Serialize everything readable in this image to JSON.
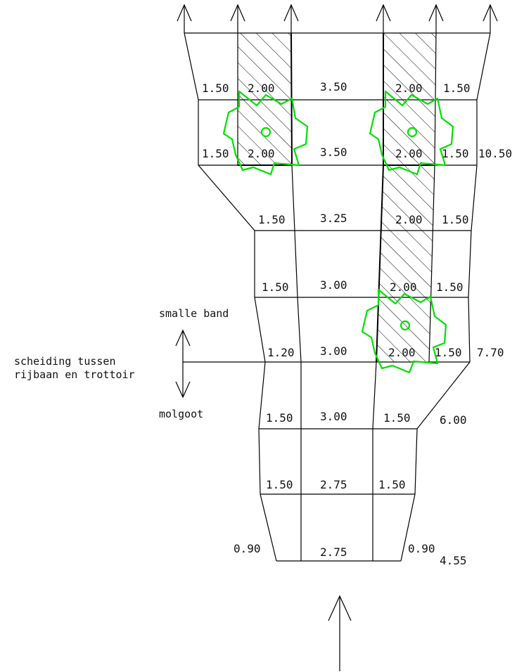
{
  "cross_section_widths": {
    "row1": {
      "left_sidewalk": "1.50",
      "left_parking": "2.00",
      "carriageway": "3.50",
      "right_parking": "2.00",
      "right_sidewalk": "1.50"
    },
    "row2": {
      "left_sidewalk": "1.50",
      "left_parking": "2.00",
      "carriageway": "3.50",
      "right_parking": "2.00",
      "right_sidewalk": "1.50",
      "total": "10.50"
    },
    "row3": {
      "left_sidewalk": "1.50",
      "carriageway": "3.25",
      "right_parking": "2.00",
      "right_sidewalk": "1.50"
    },
    "row4": {
      "left_sidewalk": "1.50",
      "carriageway": "3.00",
      "right_parking": "2.00",
      "right_sidewalk": "1.50"
    },
    "row5": {
      "left_sidewalk": "1.20",
      "carriageway": "3.00",
      "right_parking": "2.00",
      "right_sidewalk": "1.50",
      "total": "7.70"
    },
    "row6": {
      "left_sidewalk": "1.50",
      "carriageway": "3.00",
      "right_sidewalk": "1.50",
      "total": "6.00"
    },
    "row7": {
      "left_sidewalk": "1.50",
      "carriageway": "2.75",
      "right_sidewalk": "1.50"
    },
    "row8": {
      "left_sidewalk": "0.90",
      "carriageway": "2.75",
      "right_sidewalk": "0.90",
      "total": "4.55"
    }
  },
  "annotations": {
    "narrow_band": "smalle band",
    "separation_line1": "scheiding tussen",
    "separation_line2": "rijbaan en trottoir",
    "gutter": "molgoot"
  },
  "colors": {
    "lines": "#000000",
    "trees": "#00e000",
    "background": "#ffffff"
  },
  "icons": [
    "up-arrow-icon",
    "tree-canopy-icon",
    "double-arrow-icon",
    "hatch-pattern"
  ]
}
